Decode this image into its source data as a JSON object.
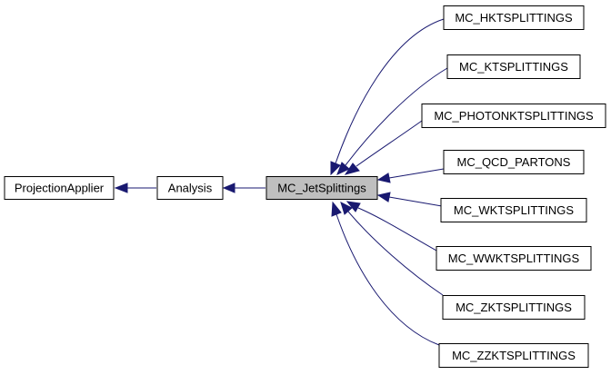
{
  "diagram": {
    "colors": {
      "edge": "#191970",
      "highlight_fill": "#bfbfbf",
      "box_stroke": "#000000"
    },
    "nodes": [
      {
        "id": "projection-applier",
        "label": "ProjectionApplier"
      },
      {
        "id": "analysis",
        "label": "Analysis"
      },
      {
        "id": "mc-jetsplittings",
        "label": "MC_JetSplittings",
        "highlighted": true
      },
      {
        "id": "mc-hktsplittings",
        "label": "MC_HKTSPLITTINGS"
      },
      {
        "id": "mc-ktsplittings",
        "label": "MC_KTSPLITTINGS"
      },
      {
        "id": "mc-photonktsplittings",
        "label": "MC_PHOTONKTSPLITTINGS"
      },
      {
        "id": "mc-qcd-partons",
        "label": "MC_QCD_PARTONS"
      },
      {
        "id": "mc-wktsplittings",
        "label": "MC_WKTSPLITTINGS"
      },
      {
        "id": "mc-wwktsplittings",
        "label": "MC_WWKTSPLITTINGS"
      },
      {
        "id": "mc-zktsplittings",
        "label": "MC_ZKTSPLITTINGS"
      },
      {
        "id": "mc-zzktsplittings",
        "label": "MC_ZZKTSPLITTINGS"
      }
    ],
    "edges": [
      {
        "from": "analysis",
        "to": "projection-applier"
      },
      {
        "from": "mc-jetsplittings",
        "to": "analysis"
      },
      {
        "from": "mc-hktsplittings",
        "to": "mc-jetsplittings"
      },
      {
        "from": "mc-ktsplittings",
        "to": "mc-jetsplittings"
      },
      {
        "from": "mc-photonktsplittings",
        "to": "mc-jetsplittings"
      },
      {
        "from": "mc-qcd-partons",
        "to": "mc-jetsplittings"
      },
      {
        "from": "mc-wktsplittings",
        "to": "mc-jetsplittings"
      },
      {
        "from": "mc-wwktsplittings",
        "to": "mc-jetsplittings"
      },
      {
        "from": "mc-zktsplittings",
        "to": "mc-jetsplittings"
      },
      {
        "from": "mc-zzktsplittings",
        "to": "mc-jetsplittings"
      }
    ]
  }
}
